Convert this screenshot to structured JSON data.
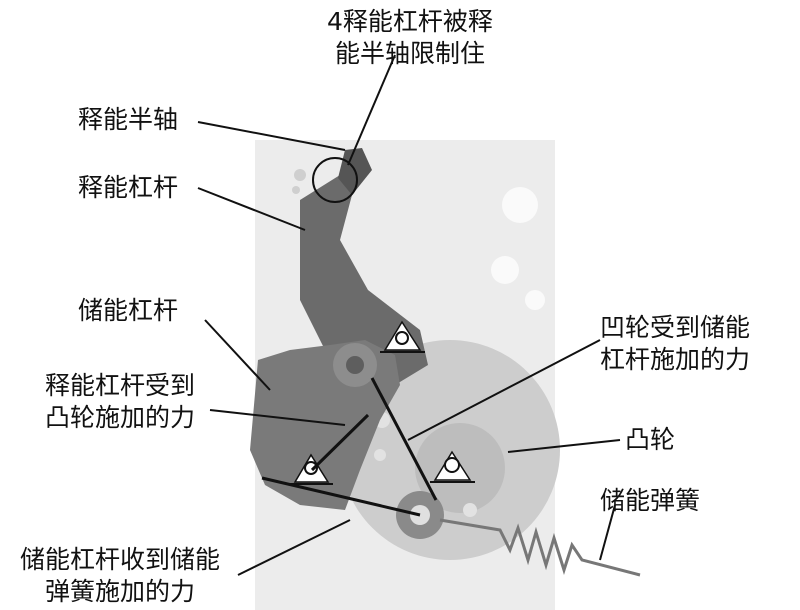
{
  "labels": {
    "half_shaft_locked": {
      "line1": "4释能杠杆被释",
      "line2": "能半轴限制住"
    },
    "release_half_shaft": "释能半轴",
    "release_lever": "释能杠杆",
    "storage_lever": "储能杠杆",
    "release_lever_force": {
      "line1": "释能杠杆受到",
      "line2": "凸轮施加的力"
    },
    "cam_force": {
      "line1": "凹轮受到储能",
      "line2": "杠杆施加的力"
    },
    "cam": "凸轮",
    "storage_spring": "储能弹簧",
    "spring_force": {
      "line1": "储能杠杆收到储能",
      "line2": "弹簧施加的力"
    }
  },
  "colors": {
    "text": "#111111",
    "leader": "#111111",
    "lever": "#6b6b6b",
    "cam": "#c8c8c8",
    "plate": "#e9e9e9"
  }
}
